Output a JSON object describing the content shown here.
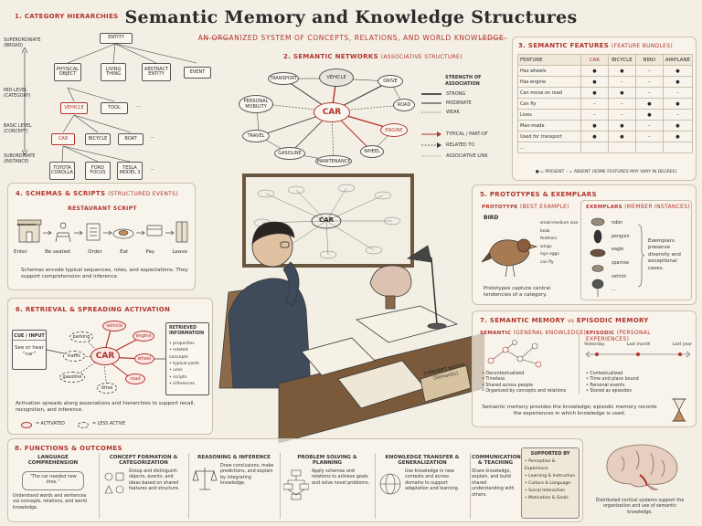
{
  "header": {
    "title": "Semantic Memory and Knowledge Structures",
    "subtitle": "AN ORGANIZED SYSTEM OF CONCEPTS, RELATIONS, AND WORLD KNOWLEDGE"
  },
  "hierarchy": {
    "title": "1. CATEGORY HIERARCHIES",
    "levels": [
      "SUPERORDINATE (BROAD)",
      "MID-LEVEL (CATEGORY)",
      "BASIC LEVEL (CONCEPT)",
      "SUBORDINATE (INSTANCE)"
    ],
    "nodes": {
      "entity": "ENTITY",
      "physical": "PHYSICAL OBJECT",
      "living": "LIVING THING",
      "abstract": "ABSTRACT ENTITY",
      "event": "EVENT",
      "vehicle": "VEHICLE",
      "tool": "TOOL",
      "car": "CAR",
      "bicycle": "BICYCLE",
      "boat": "BOAT",
      "toyota": "TOYOTA COROLLA",
      "ford": "FORD FOCUS",
      "tesla": "TESLA MODEL 3",
      "dots": "..."
    }
  },
  "network": {
    "title": "2. SEMANTIC NETWORKS",
    "title_note": "(ASSOCIATIVE STRUCTURE)",
    "center": "CAR",
    "nodes": [
      "TRANSPORT",
      "VEHICLE",
      "DRIVE",
      "ROAD",
      "ENGINE",
      "WHEEL",
      "MAINTENANCE",
      "GASOLINE",
      "TRAVEL",
      "PERSONAL MOBILITY"
    ],
    "strength_title": "STRENGTH OF ASSOCIATION",
    "strength": [
      "STRONG",
      "MODERATE",
      "WEAK"
    ],
    "links": [
      "TYPICAL / PART-OF",
      "RELATED TO",
      "ASSOCIATIVE LINK"
    ]
  },
  "features": {
    "title": "3. SEMANTIC FEATURES",
    "title_note": "(FEATURE BUNDLES)",
    "columns": [
      "FEATURE",
      "CAR",
      "BICYCLE",
      "BIRD",
      "AIRPLANE"
    ],
    "rows": [
      [
        "Has wheels",
        "●",
        "●",
        "–",
        "●"
      ],
      [
        "Has engine",
        "●",
        "–",
        "–",
        "●"
      ],
      [
        "Can move on road",
        "●",
        "●",
        "–",
        "–"
      ],
      [
        "Can fly",
        "–",
        "–",
        "●",
        "●"
      ],
      [
        "Lives",
        "–",
        "–",
        "●",
        "–"
      ],
      [
        "Man-made",
        "●",
        "●",
        "–",
        "●"
      ],
      [
        "Used for transport",
        "●",
        "●",
        "–",
        "●"
      ],
      [
        "...",
        "",
        "",
        "",
        ""
      ]
    ],
    "legend": "● = PRESENT    – = ABSENT    (SOME FEATURES MAY VARY IN DEGREE)"
  },
  "schemas": {
    "title": "4. SCHEMAS & SCRIPTS",
    "title_note": "(STRUCTURED EVENTS)",
    "script_title": "RESTAURANT SCRIPT",
    "sign": "RESTAURANT",
    "steps": [
      "Enter",
      "Be seated",
      "Order",
      "Eat",
      "Pay",
      "Leave"
    ],
    "caption": "Schemas encode typical sequences, roles, and expectations. They support comprehension and inference."
  },
  "prototypes": {
    "title": "5. PROTOTYPES & EXEMPLARS",
    "prototype_label": "PROTOTYPE",
    "prototype_note": "(BEST EXAMPLE)",
    "bird": "BIRD",
    "bird_features": [
      "small-medium size",
      "beak",
      "feathers",
      "wings",
      "lays eggs",
      "can fly"
    ],
    "exemplars_label": "EXEMPLARS",
    "exemplars_note": "(MEMBER INSTANCES)",
    "exemplars": [
      "robin",
      "penguin",
      "eagle",
      "sparrow",
      "ostrich",
      "..."
    ],
    "exemplars_caption": "Exemplars preserve diversity and exceptional cases.",
    "caption": "Prototypes capture central tendencies of a category."
  },
  "retrieval": {
    "title": "6. RETRIEVAL & SPREADING ACTIVATION",
    "cue_title": "CUE / INPUT",
    "cue_text": "See or hear “car”",
    "center": "CAR",
    "nodes": [
      "vehicle",
      "engine",
      "wheel",
      "road",
      "drive",
      "gasoline",
      "traffic",
      "parking"
    ],
    "retrieved_title": "RETRIEVED INFORMATION",
    "retrieved": [
      "properties",
      "related concepts",
      "typical parts",
      "uses",
      "scripts",
      "inferences"
    ],
    "caption": "Activation spreads along associations and hierarchies to support recall, recognition, and inference.",
    "legend_activated": "= ACTIVATED",
    "legend_less": "= LESS ACTIVE"
  },
  "episodic": {
    "title": "7. SEMANTIC MEMORY",
    "title_vs": "vs",
    "title_end": "EPISODIC MEMORY",
    "semantic_label": "SEMANTIC",
    "semantic_note": "(GENERAL KNOWLEDGE)",
    "semantic_points": [
      "Decontextualized",
      "Timeless",
      "Shared across people",
      "Organized by concepts and relations"
    ],
    "episodic_label": "EPISODIC",
    "episodic_note": "(PERSONAL EXPERIENCES)",
    "timeline": [
      "Yesterday",
      "Last month",
      "Last year"
    ],
    "episodic_points": [
      "Contextualized",
      "Time and place bound",
      "Personal events",
      "Stored as episodes"
    ],
    "caption": "Semantic memory provides the knowledge; episodic memory records the experiences in which knowledge is used."
  },
  "functions": {
    "title": "8. FUNCTIONS & OUTCOMES",
    "items": [
      {
        "title": "LANGUAGE COMPREHENSION",
        "quote": "“The car needed new tires.”",
        "desc": "Understand words and sentences via concepts, relations, and world knowledge."
      },
      {
        "title": "CONCEPT FORMATION & CATEGORIZATION",
        "desc": "Group and distinguish objects, events, and ideas based on shared features and structure."
      },
      {
        "title": "REASONING & INFERENCE",
        "desc": "Draw conclusions, make predictions, and explain by integrating knowledge."
      },
      {
        "title": "PROBLEM SOLVING & PLANNING",
        "desc": "Apply schemas and relations to achieve goals and solve novel problems."
      },
      {
        "title": "KNOWLEDGE TRANSFER & GENERALIZATION",
        "desc": "Use knowledge in new contexts and across domains to support adaptation and learning."
      },
      {
        "title": "COMMUNICATION & TEACHING",
        "desc": "Share knowledge, explain, and build shared understanding with others."
      }
    ],
    "supported_title": "SUPPORTED BY",
    "supported": [
      "Perception & Experience",
      "Learning & Instruction",
      "Culture & Language",
      "Social Interaction",
      "Motivation & Goals"
    ],
    "brain_caption": "Distributed cortical systems support the organization and use of semantic knowledge."
  },
  "scene": {
    "board_center": "CAR",
    "box_label": "CONCEPT NOTES",
    "box_sub": "(Semantic)"
  }
}
